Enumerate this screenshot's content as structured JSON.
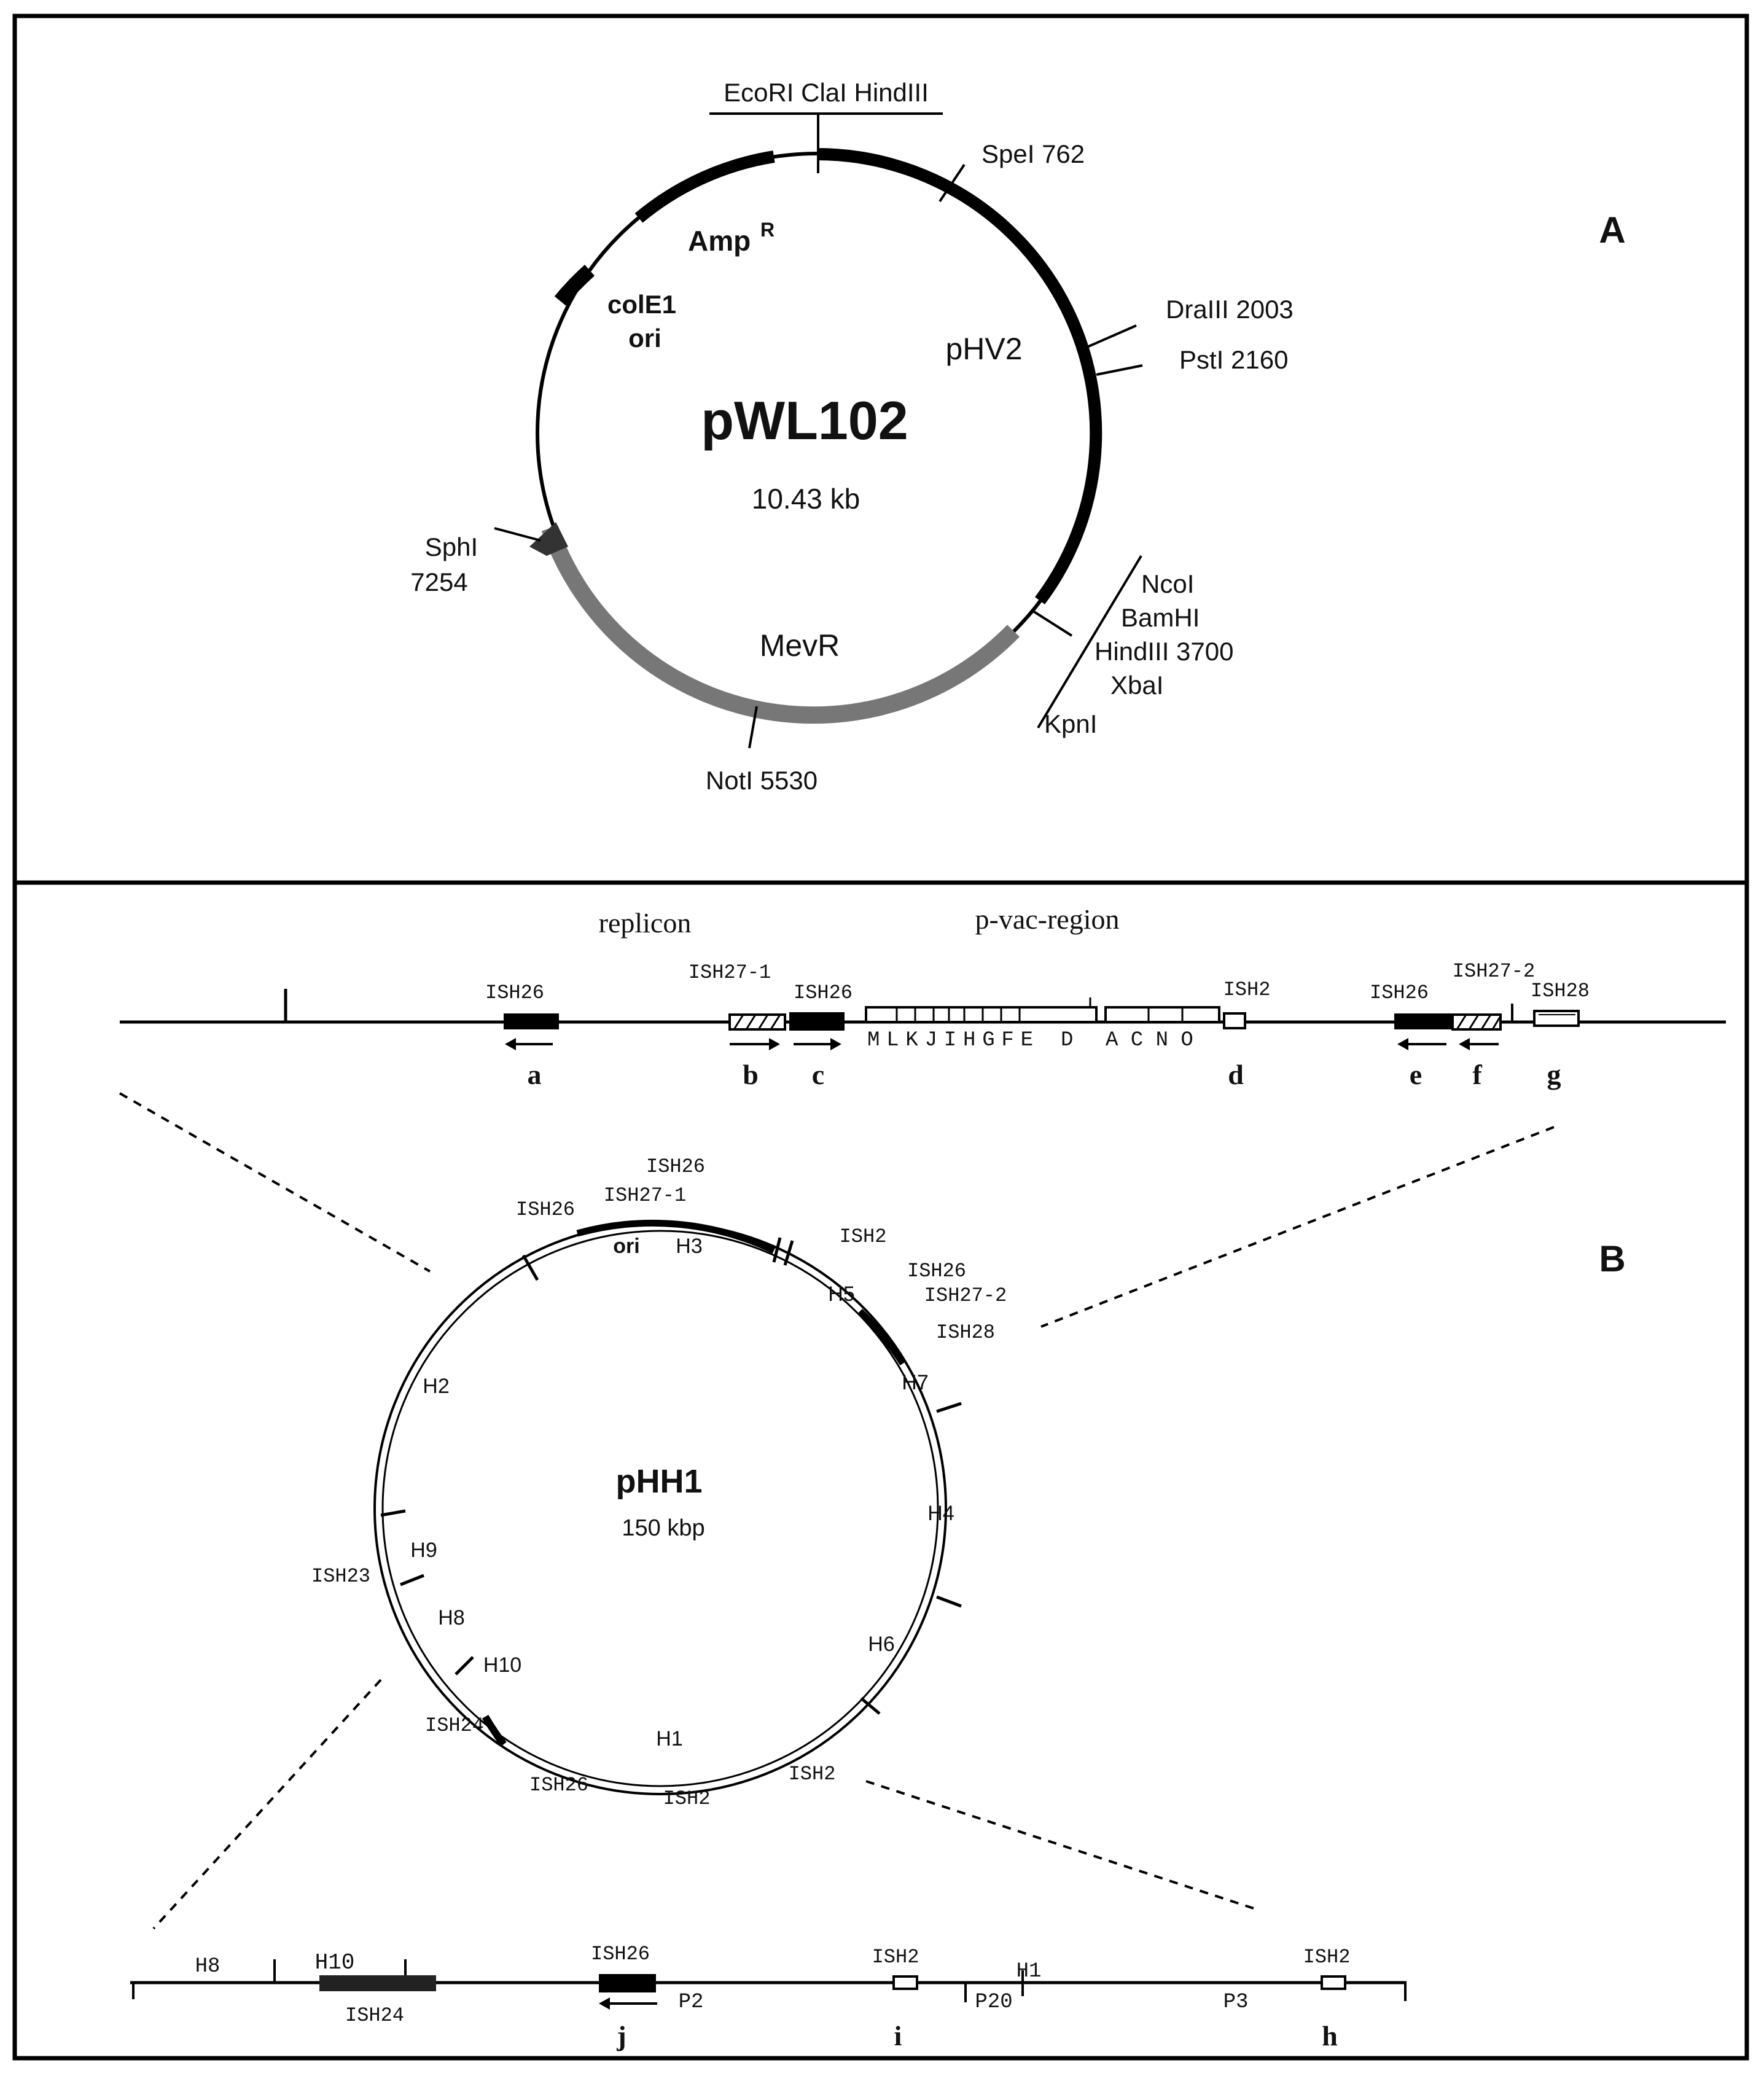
{
  "panel_a": {
    "letter": "A",
    "plasmid_name": "pWL102",
    "plasmid_size": "10.43  kb",
    "mcs_top": "EcoRI  ClaI  HindIII",
    "sites": {
      "spei": "SpeI 762",
      "dralll": "DraIII  2003",
      "pstl": "PstI  2160",
      "ncol": "NcoI",
      "bamhi": "BamHI",
      "hindiii": "HindIII 3700",
      "xbal": "XbaI",
      "kpni": "KpnI",
      "notl": "NotI 5530",
      "sphi": "SphI",
      "sphi_pos": "7254"
    },
    "features": {
      "amp": "Amp",
      "amp_sup": "R",
      "cole1": "colE1",
      "ori": "ori",
      "phv2": "pHV2",
      "mevr": "MevR"
    }
  },
  "panel_b": {
    "letter": "B",
    "top_map": {
      "replicon": "replicon",
      "pvac": "p-vac-region",
      "ish26_a": "ISH26",
      "ish27_1": "ISH27-1",
      "ish26_c": "ISH26",
      "ish2_d": "ISH2",
      "ish26_e": "ISH26",
      "ish27_2": "ISH27-2",
      "ish28": "ISH28",
      "genes_left": "MLKJIHGFE",
      "gene_d": "D",
      "genes_right": "A  C  N  O",
      "letters": [
        "a",
        "b",
        "c",
        "d",
        "e",
        "f",
        "g"
      ]
    },
    "circle": {
      "name": "pHH1",
      "size": "150 kbp",
      "ori": "ori",
      "labels": {
        "ish26_top": "ISH26",
        "ish27_1": "ISH27-1",
        "ish26_left": "ISH26",
        "h3": "H3",
        "ish2_top": "ISH2",
        "ish26_right": "ISH26",
        "h5": "H5",
        "ish27_2": "ISH27-2",
        "ish28": "ISH28",
        "h2": "H2",
        "h7": "H7",
        "h4": "H4",
        "h9": "H9",
        "ish23": "ISH23",
        "h8": "H8",
        "h10": "H10",
        "h6": "H6",
        "ish24": "ISH24",
        "h1": "H1",
        "ish26_bottom": "ISH26",
        "ish2_bottom": "ISH2",
        "ish2_bottom_right": "ISH2"
      }
    },
    "bottom_map": {
      "h8": "H8",
      "h10": "H10",
      "ish24": "ISH24",
      "ish26": "ISH26",
      "p2": "P2",
      "ish2_i": "ISH2",
      "p20": "P20",
      "h1": "H1",
      "p3": "P3",
      "ish2_h": "ISH2",
      "letters": [
        "j",
        "i",
        "h"
      ]
    }
  }
}
